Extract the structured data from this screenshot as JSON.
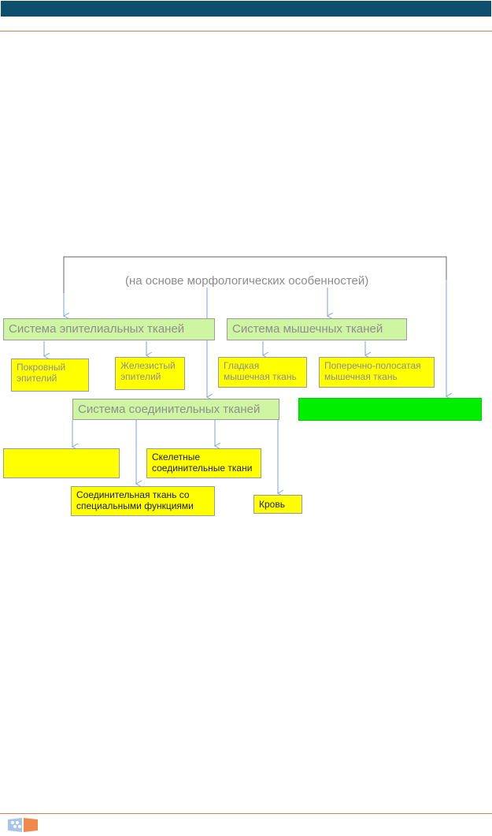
{
  "diagram": {
    "caption": "(на основе морфологических особенностей)",
    "systems": {
      "epithelial": "Система эпителиальных тканей",
      "muscle": "Система мышечных тканей",
      "connective": "Система соединительных тканей",
      "unlabeled": ""
    },
    "subtypes": {
      "covering_epithelium": "Покровный эпителий",
      "glandular_epithelium": "Железистый эпителий",
      "smooth_muscle": "Гладкая мышечная ткань",
      "striated_muscle": "Поперечно-полосатая мышечная ткань",
      "skeletal_connective": "Скелетные соединительные ткани",
      "special_connective": "Соединительная ткань со специальными функциями",
      "blood": "Кровь",
      "unlabeled": ""
    }
  },
  "colors": {
    "header_bar": "#0d4f6c",
    "rule": "#e07a52",
    "system_box": "#cdf5a2",
    "subtype_box": "#ffff00",
    "unlabeled_system": "#00ee00",
    "connector": "#7aa6d8"
  },
  "footer": {
    "logo_icon": "logo-icon"
  }
}
